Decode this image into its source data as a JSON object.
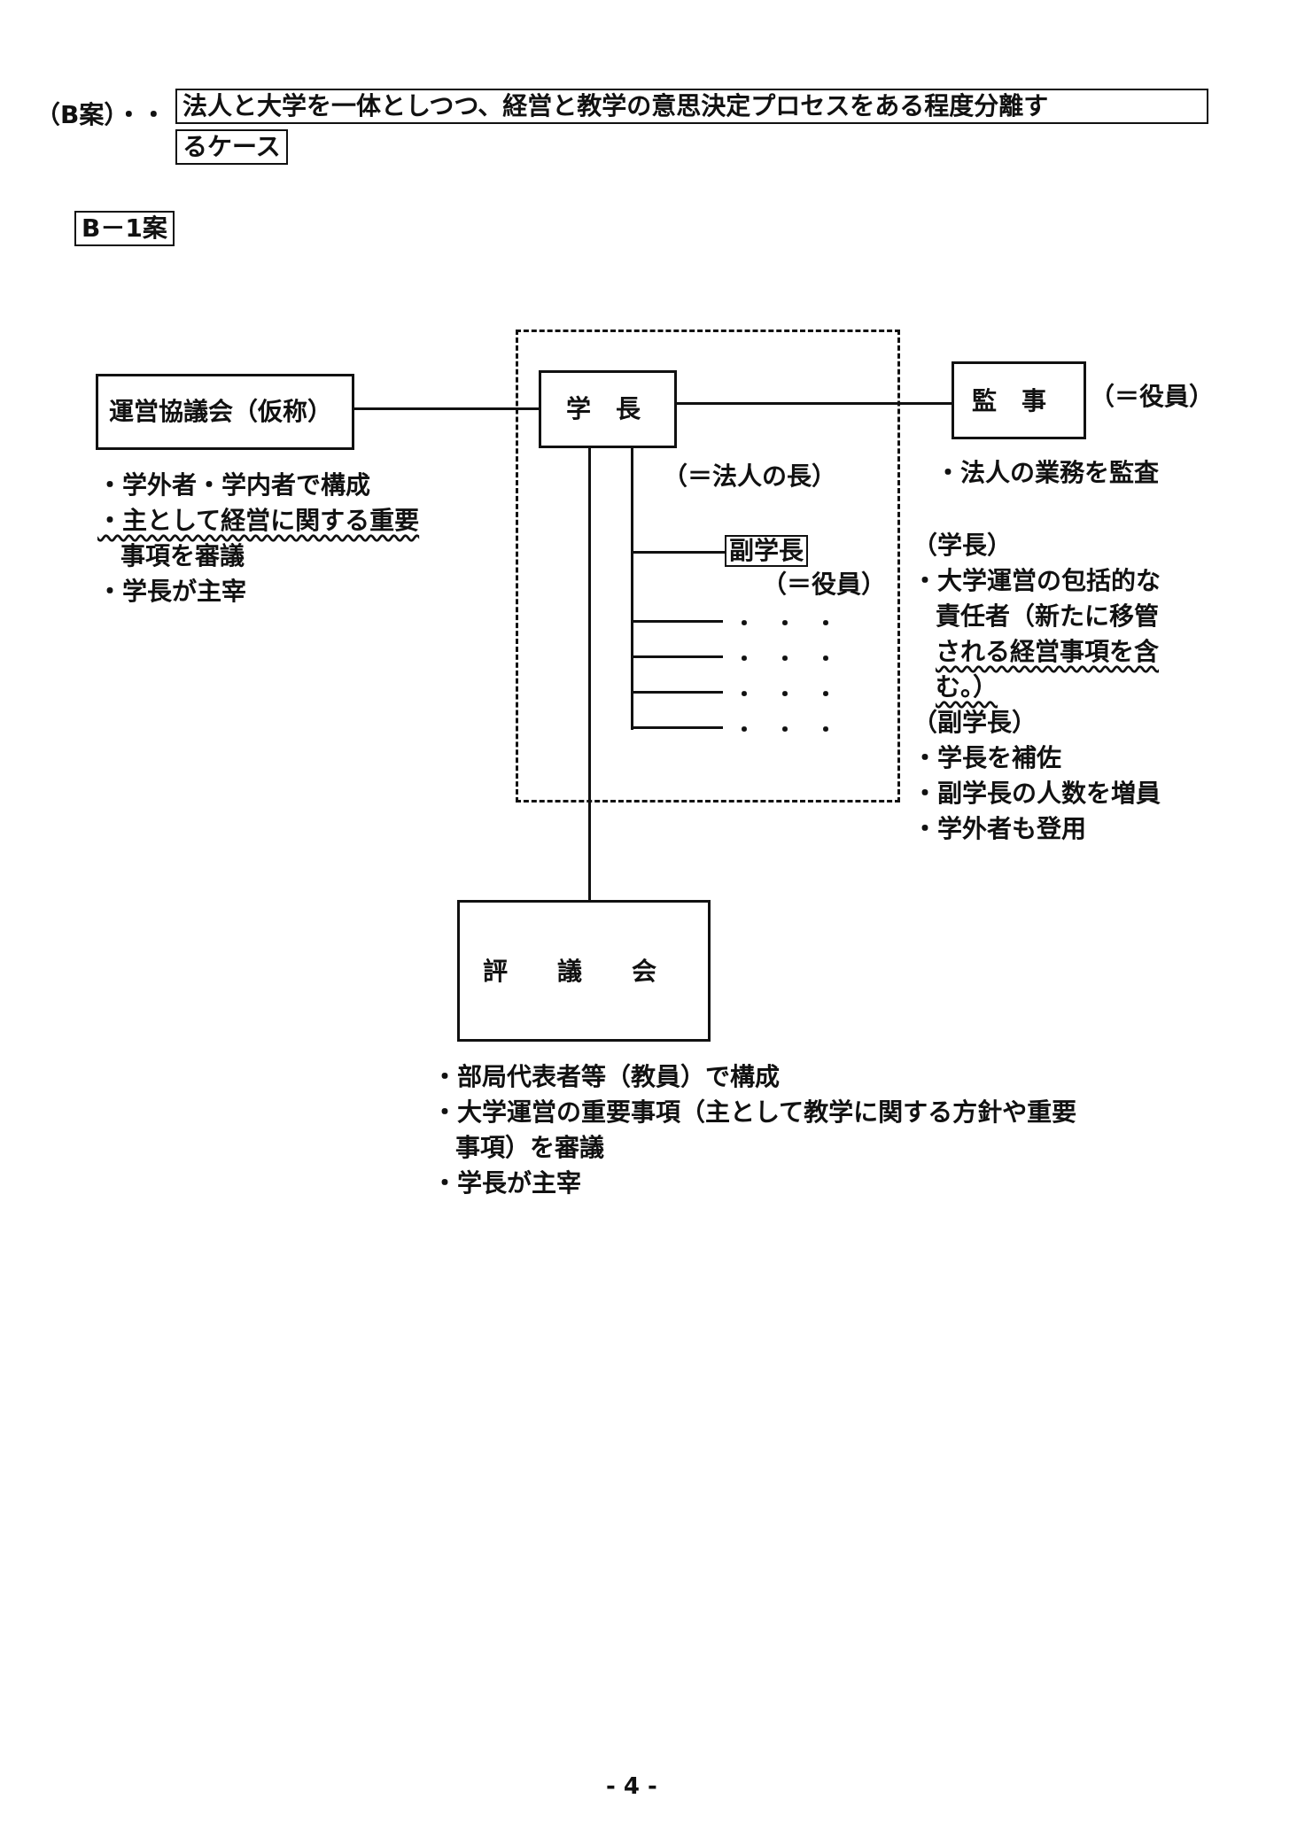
{
  "header": {
    "label": "（B案）・・",
    "title_line1": "法人と大学を一体としつつ、経営と教学の意思決定プロセスをある程度分離す",
    "title_line2": "るケース"
  },
  "section": {
    "tag": "B－1案"
  },
  "nodes": {
    "council": {
      "label": "運営協議会（仮称）"
    },
    "president": {
      "label": "学　長",
      "note": "（＝法人の長）"
    },
    "auditor": {
      "label": "監　事",
      "note": "（＝役員）"
    },
    "vice": {
      "label": "副学長",
      "note": "（＝役員）"
    },
    "senate": {
      "label": "評　　議　　会"
    },
    "ellipsis": "・・・"
  },
  "council_notes": {
    "b1": "・学外者・学内者で構成",
    "b2a": "・主として経営に関する重要",
    "b2b": "事項を審議",
    "b3": "・学長が主宰"
  },
  "auditor_notes": {
    "b1": "・法人の業務を監査"
  },
  "president_notes": {
    "h1": "（学長）",
    "b1a": "・大学運営の包括的な",
    "b1b": "責任者（新たに移管",
    "b1c": "される経営事項を含",
    "b1d": "む。）",
    "h2": "（副学長）",
    "b2": "・学長を補佐",
    "b3": "・副学長の人数を増員",
    "b4": "・学外者も登用"
  },
  "senate_notes": {
    "b1": "・部局代表者等（教員）で構成",
    "b2a": "・大学運営の重要事項（主として教学に関する方針や重要",
    "b2b": "事項）を審議",
    "b3": "・学長が主宰"
  },
  "footer": {
    "page": "- 4 -"
  }
}
